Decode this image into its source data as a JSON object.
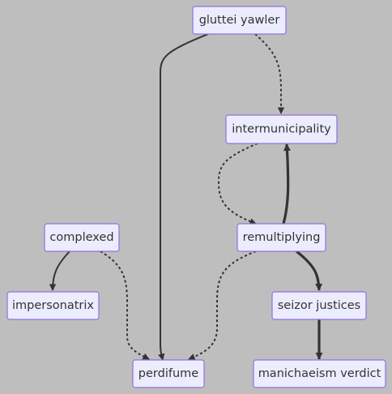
{
  "nodes": {
    "gluttei_yawler": "gluttei yawler",
    "intermunicipality": "intermunicipality",
    "complexed": "complexed",
    "remultiplying": "remultiplying",
    "impersonatrix": "impersonatrix",
    "seizor_justices": "seizor justices",
    "perdifume": "perdifume",
    "manichaeism_verdict": "manichaeism verdict"
  },
  "edges": [
    {
      "from": "gluttei_yawler",
      "to": "perdifume",
      "style": "solid"
    },
    {
      "from": "gluttei_yawler",
      "to": "intermunicipality",
      "style": "dotted"
    },
    {
      "from": "intermunicipality",
      "to": "remultiplying",
      "style": "dotted"
    },
    {
      "from": "remultiplying",
      "to": "intermunicipality",
      "style": "thick"
    },
    {
      "from": "complexed",
      "to": "impersonatrix",
      "style": "solid"
    },
    {
      "from": "complexed",
      "to": "perdifume",
      "style": "dotted"
    },
    {
      "from": "remultiplying",
      "to": "perdifume",
      "style": "dotted"
    },
    {
      "from": "remultiplying",
      "to": "seizor_justices",
      "style": "thick"
    },
    {
      "from": "seizor_justices",
      "to": "manichaeism_verdict",
      "style": "thick"
    }
  ],
  "colors": {
    "background": "#bebebe",
    "node_fill": "#ececff",
    "node_border": "#9370db",
    "text": "#333333",
    "edge": "#333333"
  }
}
